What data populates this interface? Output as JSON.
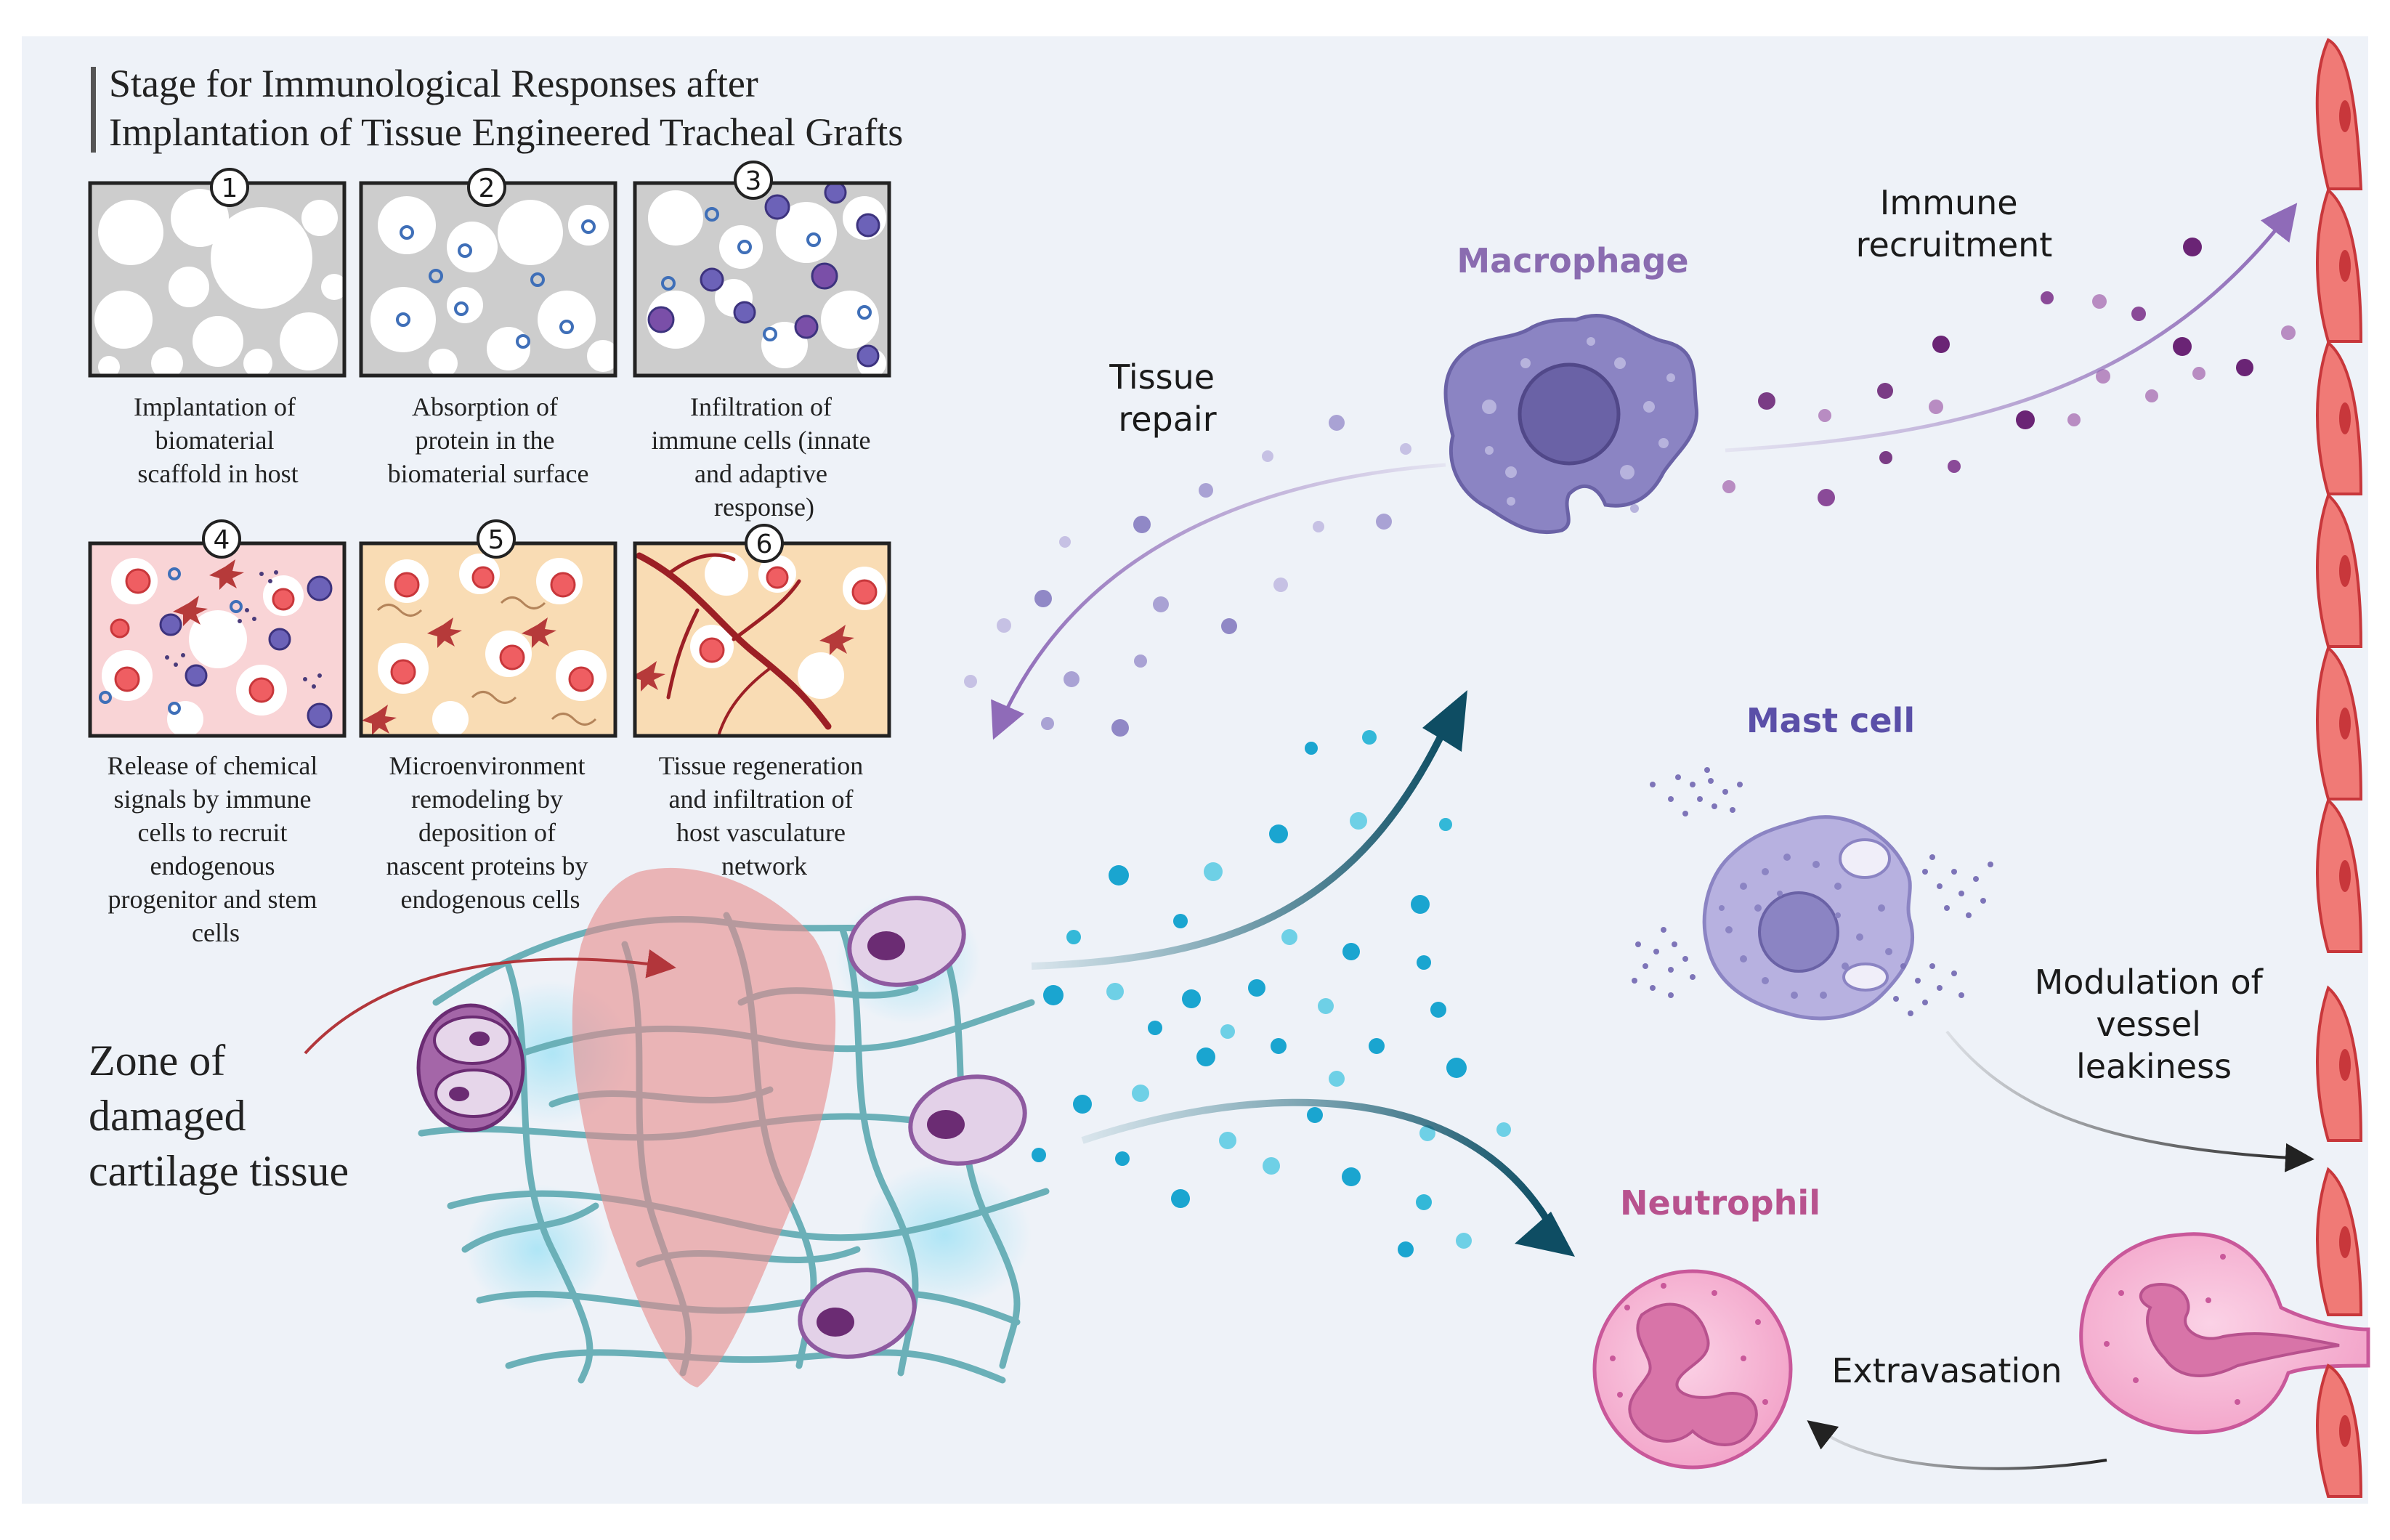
{
  "title": {
    "line1": "Stage for Immunological Responses after",
    "line2": "Implantation of Tissue Engineered Tracheal Grafts"
  },
  "stages": [
    {
      "number": "1",
      "caption": [
        "Implantation of",
        "biomaterial",
        "scaffold in host"
      ]
    },
    {
      "number": "2",
      "caption": [
        "Absorption of",
        "protein in the",
        "biomaterial surface"
      ]
    },
    {
      "number": "3",
      "caption": [
        "Infiltration of",
        "immune cells (innate",
        "and adaptive",
        "response)"
      ]
    },
    {
      "number": "4",
      "caption": [
        "Release of chemical",
        "signals by immune",
        "cells to recruit",
        "endogenous",
        "progenitor and stem",
        "cells"
      ]
    },
    {
      "number": "5",
      "caption": [
        "Microenvironment",
        "remodeling by",
        "deposition of",
        "nascent proteins by",
        "endogenous cells"
      ]
    },
    {
      "number": "6",
      "caption": [
        "Tissue regeneration",
        "and infiltration of",
        "host vasculature",
        "network"
      ]
    }
  ],
  "zone_label": [
    "Zone of",
    "damaged",
    "cartilage tissue"
  ],
  "cells": {
    "macrophage": "Macrophage",
    "mast_cell": "Mast cell",
    "neutrophil": "Neutrophil"
  },
  "processes": {
    "tissue_repair": [
      "Tissue",
      "repair"
    ],
    "immune_recruitment": [
      "Immune",
      "recruitment"
    ],
    "vessel_modulation": [
      "Modulation of",
      "vessel",
      "leakiness"
    ],
    "extravasation": "Extravasation"
  },
  "colors": {
    "background": "#eef2f8",
    "macrophage": "#8b84c3",
    "macrophage_label": "#8a6cb0",
    "mast_cell_label": "#5a4fa8",
    "neutrophil_label": "#b8528e",
    "vessel": "#f07a76",
    "fiber": "#6bb0b8",
    "signal_blue": "#1aa5d0",
    "damage_zone": "#e88b8b"
  }
}
